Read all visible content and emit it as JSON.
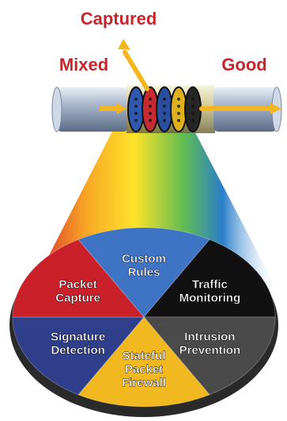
{
  "labels": {
    "captured": "Captured",
    "mixed": "Mixed",
    "good": "Good"
  },
  "segments": [
    {
      "id": "custom-rules",
      "lines": [
        "Custom",
        "Rules"
      ],
      "color": "#3f73c4"
    },
    {
      "id": "traffic-monitoring",
      "lines": [
        "Traffic",
        "Monitoring"
      ],
      "color": "#111111"
    },
    {
      "id": "intrusion-prevention",
      "lines": [
        "Intrusion",
        "Prevention"
      ],
      "color": "#4a4a4a"
    },
    {
      "id": "stateful-packet-firewall",
      "lines": [
        "Stateful",
        "Packet",
        "Firewall"
      ],
      "color": "#f2b81f"
    },
    {
      "id": "signature-detection",
      "lines": [
        "Signature",
        "Detection"
      ],
      "color": "#2f3f8c"
    },
    {
      "id": "packet-capture",
      "lines": [
        "Packet",
        "Capture"
      ],
      "color": "#c9202a"
    }
  ],
  "colors": {
    "label_red": "#c8252b",
    "arrow": "#f3b61d",
    "pipe": "#8ea2bf"
  }
}
